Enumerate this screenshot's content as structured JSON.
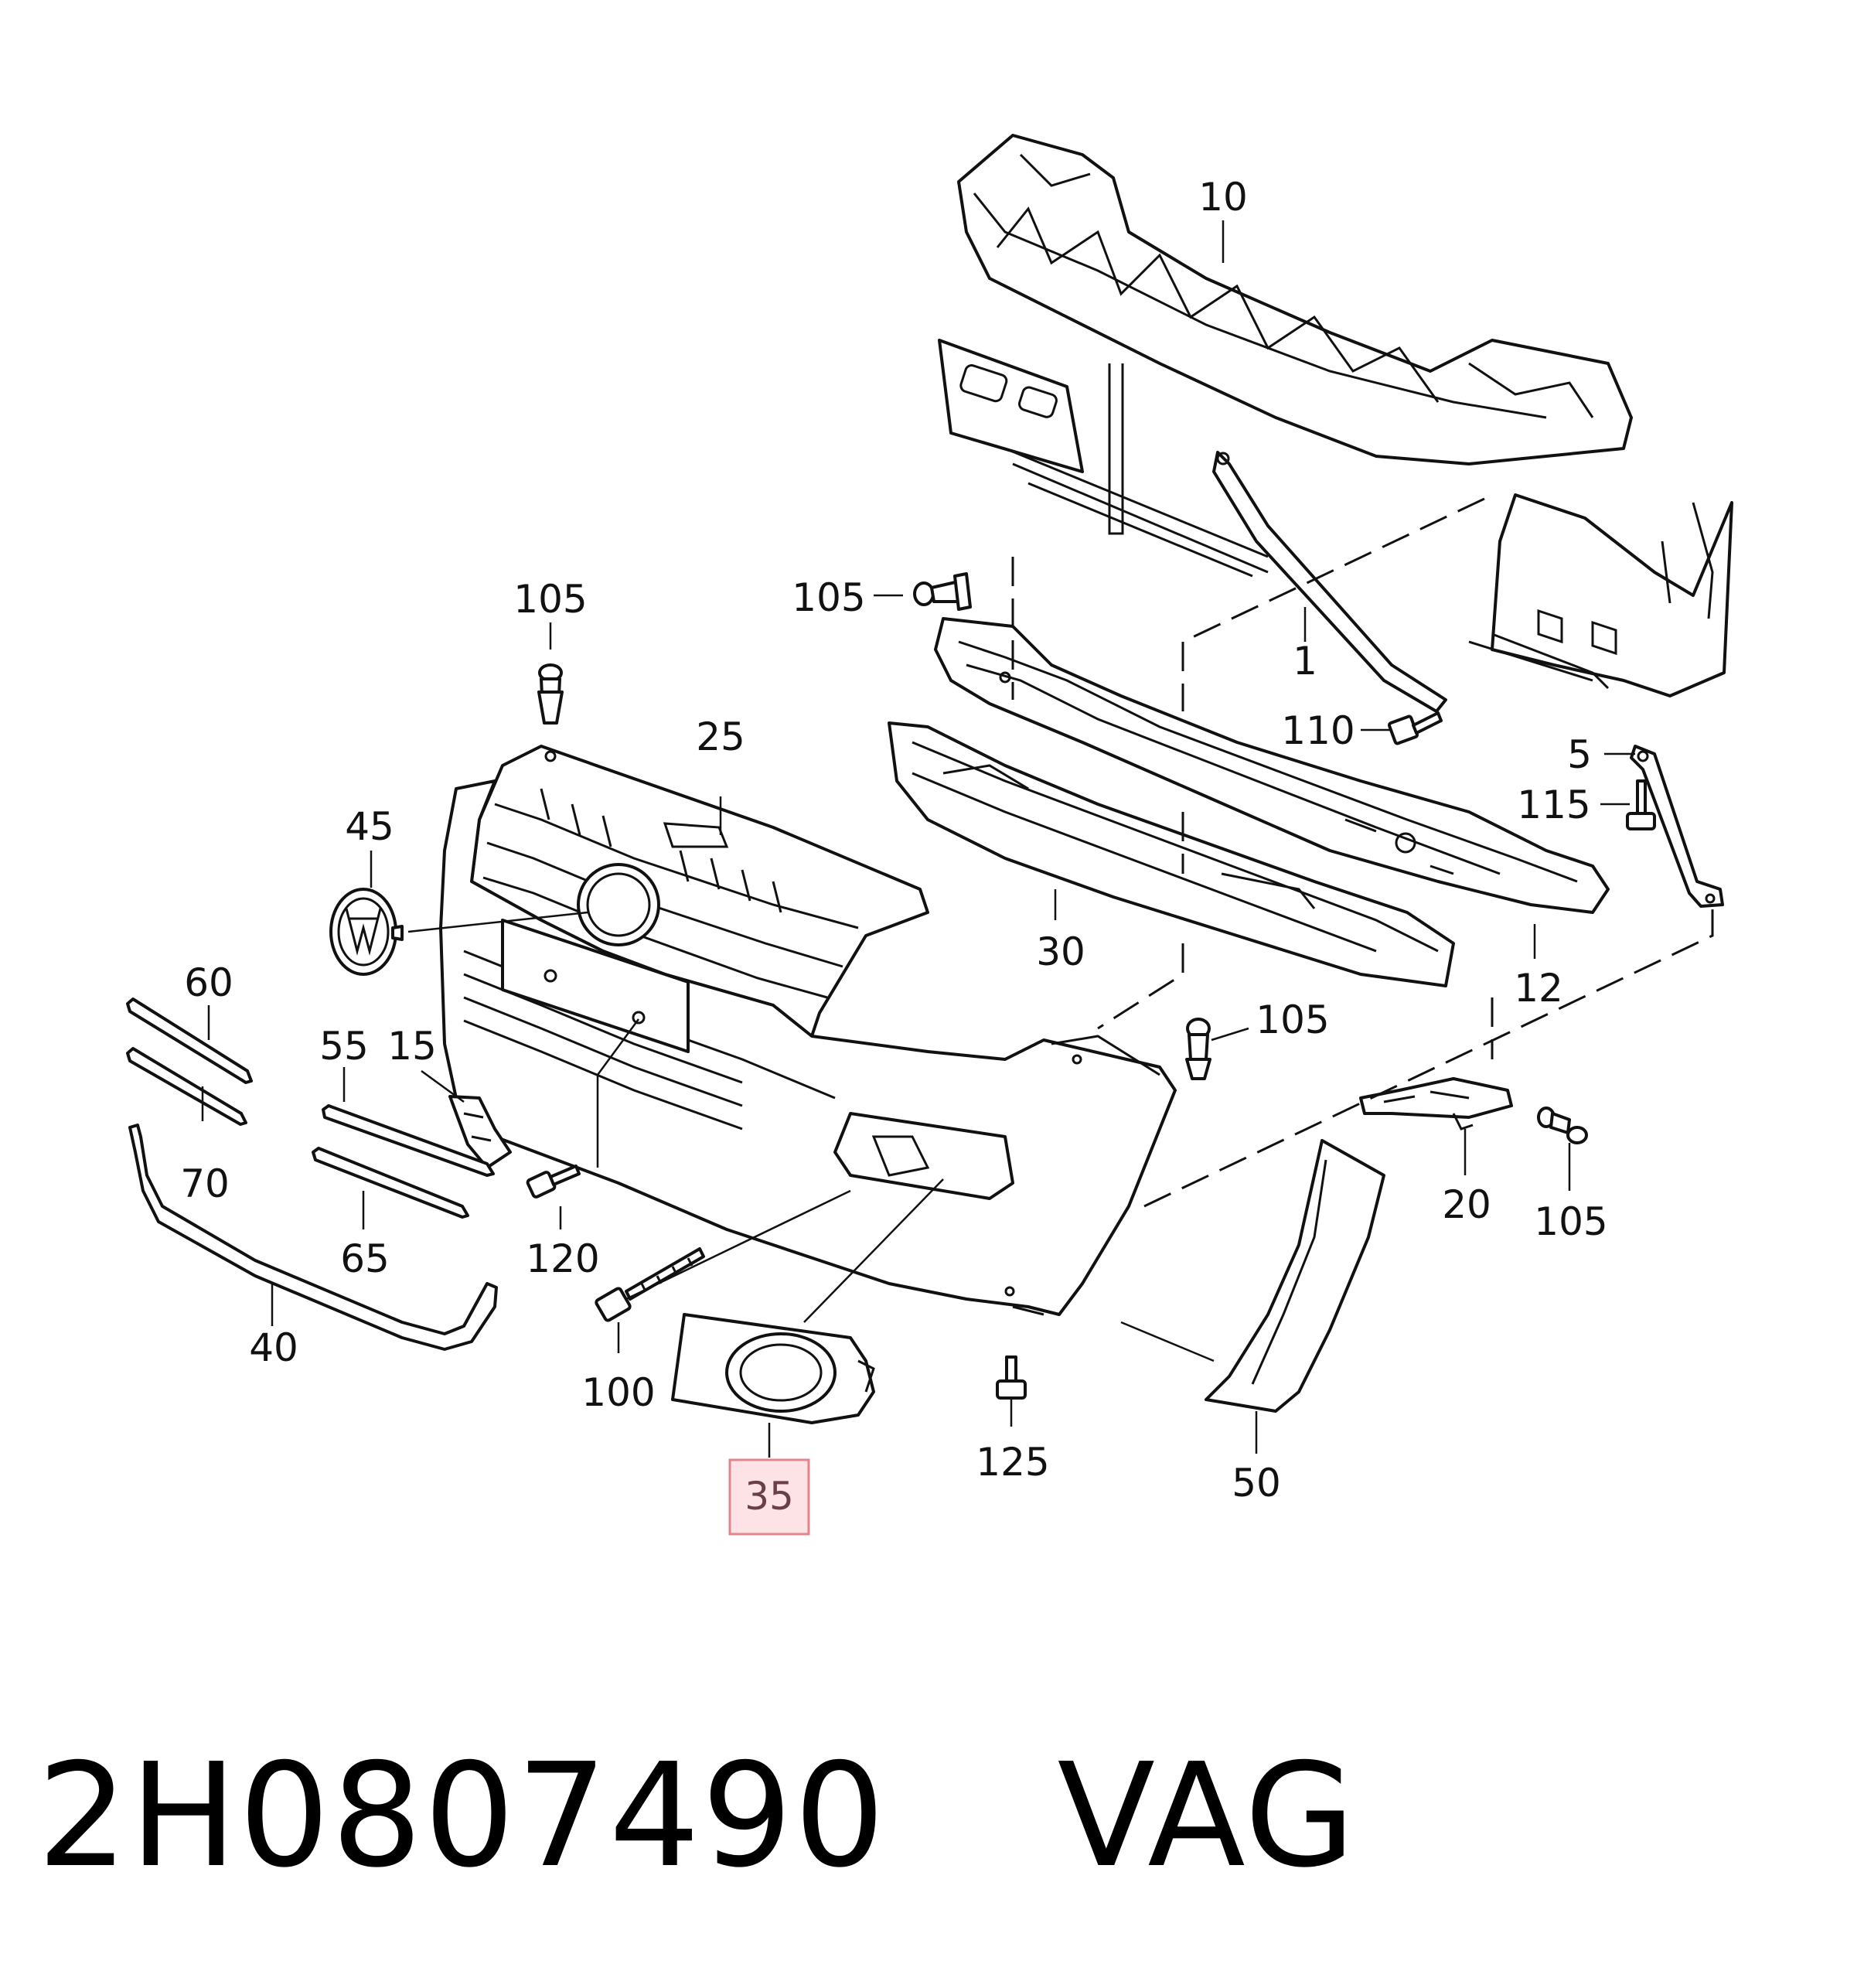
{
  "callouts": {
    "c1": "1",
    "c5": "5",
    "c10": "10",
    "c12": "12",
    "c15": "15",
    "c20": "20",
    "c25": "25",
    "c30": "30",
    "c35": "35",
    "c40": "40",
    "c45": "45",
    "c50": "50",
    "c55": "55",
    "c60": "60",
    "c65": "65",
    "c70": "70",
    "c100": "100",
    "c105a": "105",
    "c105b": "105",
    "c105c": "105",
    "c105d": "105",
    "c110": "110",
    "c115": "115",
    "c120": "120",
    "c125": "125"
  },
  "highlighted_part": "35",
  "footer": {
    "part_number": "2H0807490",
    "brand": "VAG"
  },
  "colors": {
    "highlight_fill": "#fde3e6",
    "highlight_border": "#e0858e",
    "line": "#111111"
  }
}
